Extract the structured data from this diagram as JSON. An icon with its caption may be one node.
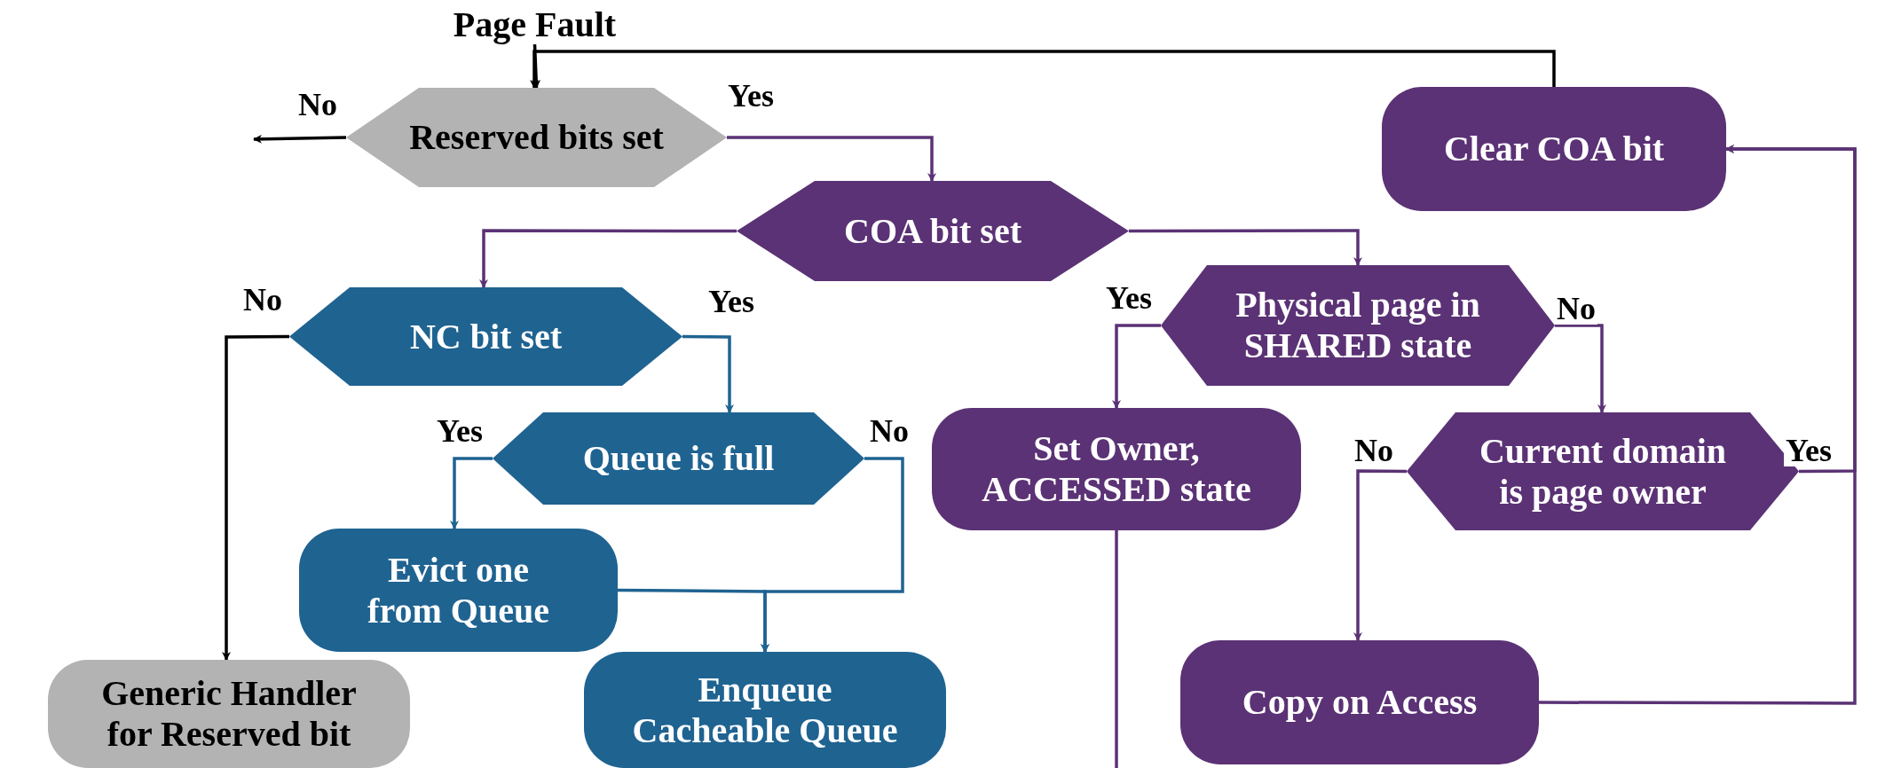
{
  "diagram": {
    "nodes": [
      {
        "text": [
          "Page Fault"
        ]
      },
      {
        "text": [
          "Reserved bits set"
        ]
      },
      {
        "text": [
          "COA bit set"
        ]
      },
      {
        "text": [
          "Clear COA bit"
        ]
      },
      {
        "text": [
          "NC bit set"
        ]
      },
      {
        "text": [
          "Physical page in SHARED state"
        ]
      },
      {
        "text": [
          "Queue is full"
        ]
      },
      {
        "text": [
          "Set Owner, ACCESSED state"
        ]
      },
      {
        "text": [
          "Current domain is page owner"
        ]
      },
      {
        "text": [
          "Evict one from Queue"
        ]
      },
      {
        "text": [
          "Generic Handler for Reserved bit"
        ]
      },
      {
        "text": [
          "Enqueue Cacheable Queue"
        ]
      },
      {
        "text": [
          "Copy on Access"
        ]
      }
    ],
    "edges": [
      {
        "from": 0,
        "to": 1,
        "arrow": "to",
        "color": "#000000"
      },
      {
        "from": 1,
        "to": null,
        "arrow": "to",
        "label": "No",
        "color": "#000000"
      },
      {
        "from": 1,
        "to": 2,
        "arrow": "to",
        "label": "Yes"
      },
      {
        "from": 2,
        "to": 4,
        "arrow": "to"
      },
      {
        "from": 2,
        "to": 5,
        "arrow": "to"
      },
      {
        "from": 4,
        "to": 10,
        "arrow": "to",
        "label": "No",
        "color": "#000000"
      },
      {
        "from": 4,
        "to": 6,
        "arrow": "to",
        "label": "Yes",
        "color": "#1f6391"
      },
      {
        "from": 6,
        "to": 9,
        "arrow": "to",
        "label": "Yes",
        "color": "#1f6391"
      },
      {
        "from": 6,
        "to": 11,
        "arrow": "to",
        "label": "No",
        "color": "#1f6391"
      },
      {
        "from": 9,
        "to": 11,
        "arrow": "to",
        "color": "#1f6391"
      },
      {
        "from": 5,
        "to": 7,
        "arrow": "to",
        "label": "Yes"
      },
      {
        "from": 5,
        "to": 8,
        "arrow": "to",
        "label": "No"
      },
      {
        "from": 8,
        "to": 12,
        "arrow": "to",
        "label": "No"
      },
      {
        "from": 8,
        "to": 3,
        "arrow": "to",
        "label": "Yes"
      },
      {
        "from": 12,
        "to": 3,
        "arrow": "to"
      },
      {
        "from": 7,
        "to": null,
        "arrow": "none"
      },
      {
        "from": 3,
        "to": 1,
        "arrow": "to",
        "color": "#000000"
      }
    ]
  }
}
